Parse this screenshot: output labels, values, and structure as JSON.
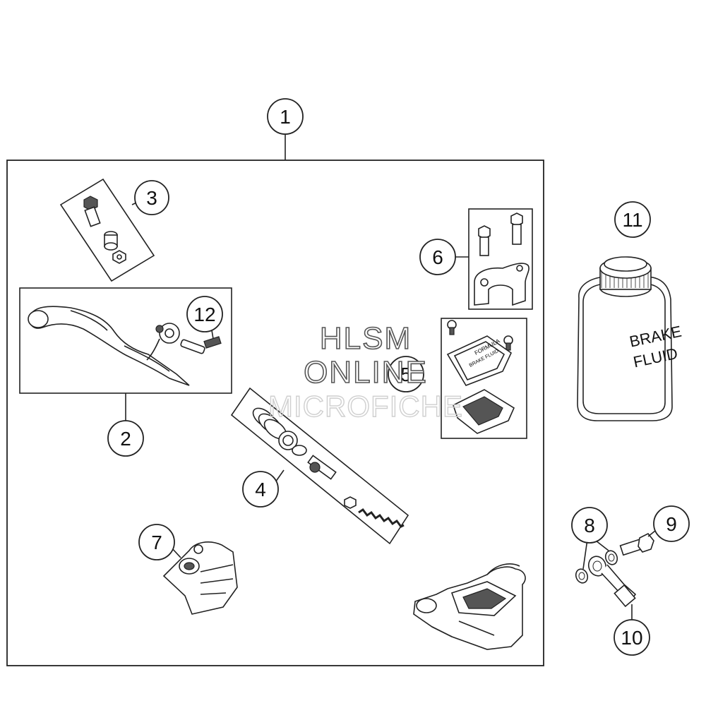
{
  "callouts": [
    {
      "id": "1",
      "text": "1"
    },
    {
      "id": "2",
      "text": "2"
    },
    {
      "id": "3",
      "text": "3"
    },
    {
      "id": "4",
      "text": "4"
    },
    {
      "id": "5",
      "text": "5"
    },
    {
      "id": "6",
      "text": "6"
    },
    {
      "id": "7",
      "text": "7"
    },
    {
      "id": "8",
      "text": "8"
    },
    {
      "id": "9",
      "text": "9"
    },
    {
      "id": "10",
      "text": "10"
    },
    {
      "id": "11",
      "text": "11"
    },
    {
      "id": "12",
      "text": "12"
    }
  ],
  "bottle_label": {
    "line1": "BRAKE",
    "line2": "FLUID"
  },
  "watermark": {
    "line1": "HLSM",
    "line2": "ONLINE",
    "line3": "MICROFICHE"
  },
  "cap_text": {
    "line1": "FORMULA",
    "line2": "BRAKE FLUID"
  }
}
